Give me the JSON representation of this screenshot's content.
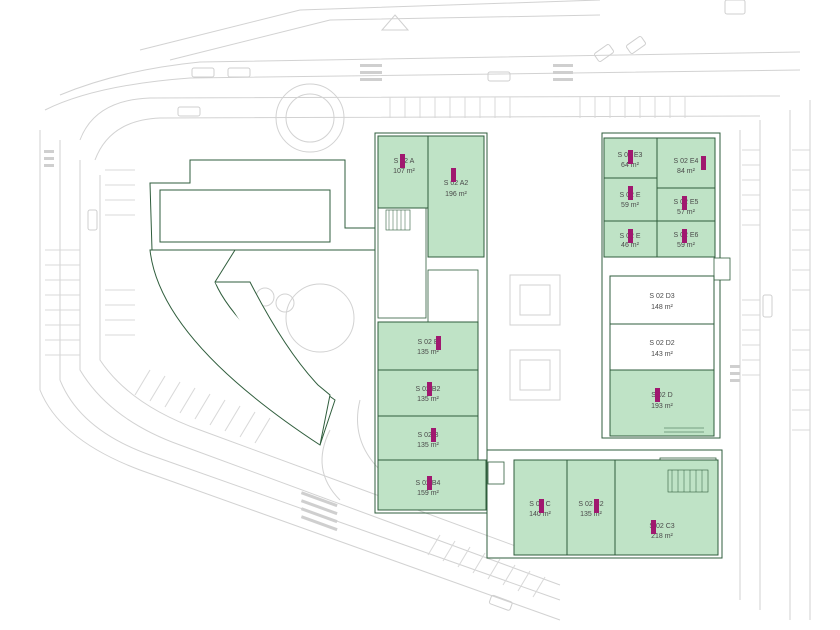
{
  "colors": {
    "available": "#bfe3c6",
    "outline": "#2f5d3c",
    "marker": "#a0186f",
    "road": "#d2d2d2"
  },
  "legend": {
    "area_unit": "m²"
  },
  "units": [
    {
      "id": "a1",
      "name": "S 02 A",
      "area": "107 m²",
      "status": "available",
      "marker": true
    },
    {
      "id": "a2",
      "name": "S 02 A2",
      "area": "196 m²",
      "status": "available",
      "marker": true
    },
    {
      "id": "b1",
      "name": "S 02 B",
      "area": "135 m²",
      "status": "available",
      "marker": true
    },
    {
      "id": "b2",
      "name": "S 02 B2",
      "area": "135 m²",
      "status": "available",
      "marker": true
    },
    {
      "id": "b3",
      "name": "S 02 B",
      "area": "135 m²",
      "status": "available",
      "marker": true
    },
    {
      "id": "b4",
      "name": "S 02 B4",
      "area": "159 m²",
      "status": "available",
      "marker": true
    },
    {
      "id": "c1",
      "name": "S 02 C",
      "area": "140 m²",
      "status": "available",
      "marker": true
    },
    {
      "id": "c2",
      "name": "S 02 C2",
      "area": "135 m²",
      "status": "available",
      "marker": true
    },
    {
      "id": "c3",
      "name": "S 02 C3",
      "area": "218 m²",
      "status": "available",
      "marker": true
    },
    {
      "id": "d1",
      "name": "S 02 D",
      "area": "193 m²",
      "status": "available",
      "marker": true
    },
    {
      "id": "d2",
      "name": "S 02 D2",
      "area": "143 m²",
      "status": "taken",
      "marker": false
    },
    {
      "id": "d3",
      "name": "S 02 D3",
      "area": "148 m²",
      "status": "taken",
      "marker": false
    },
    {
      "id": "e1",
      "name": "S 02 E",
      "area": "46 m²",
      "status": "available",
      "marker": true
    },
    {
      "id": "e2",
      "name": "S 02 E",
      "area": "59 m²",
      "status": "available",
      "marker": true
    },
    {
      "id": "e3",
      "name": "S 02 E3",
      "area": "64 m²",
      "status": "available",
      "marker": true
    },
    {
      "id": "e4",
      "name": "S 02 E4",
      "area": "84 m²",
      "status": "available",
      "marker": true
    },
    {
      "id": "e5",
      "name": "S 02 E5",
      "area": "57 m²",
      "status": "available",
      "marker": true
    },
    {
      "id": "e6",
      "name": "S 02 E6",
      "area": "59 m²",
      "status": "available",
      "marker": true
    }
  ]
}
